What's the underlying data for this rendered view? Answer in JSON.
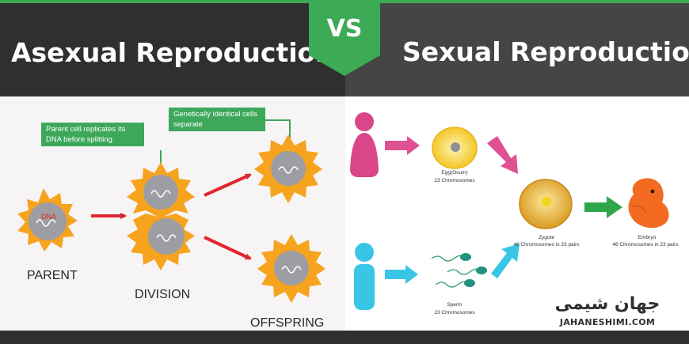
{
  "header": {
    "left_title": "Asexual Reproduction",
    "vs": "VS",
    "right_title": "Sexual Reproduction"
  },
  "asexual": {
    "callout_1": "Parent cell replicates its DNA before splitting",
    "callout_2": "Genetically identical cells separate",
    "dna_text": "DNA",
    "label_parent": "PARENT",
    "label_division": "DIVISION",
    "label_offspring": "OFFSPRING"
  },
  "sexual": {
    "egg_label": "Egg(Ovum)",
    "egg_sub": "23 Chromosomes",
    "sperm_label": "Sperm",
    "sperm_sub": "23 Chromosomes",
    "zygote_label": "Zygote",
    "zygote_sub": "46 Chromosomes in 23 pairs",
    "embryo_label": "Embryo",
    "embryo_sub": "46 Chromosomes in 23 pairs"
  },
  "watermark": {
    "fa": "جهان شیمی",
    "en": "JAHANESHIMI.COM"
  },
  "colors": {
    "accent_green": "#3daa55",
    "cell_orange": "#f6a31e",
    "arrow_red": "#e0262f",
    "female_pink": "#d9468a",
    "male_cyan": "#39c5e6",
    "embryo_orange": "#f26b21"
  }
}
